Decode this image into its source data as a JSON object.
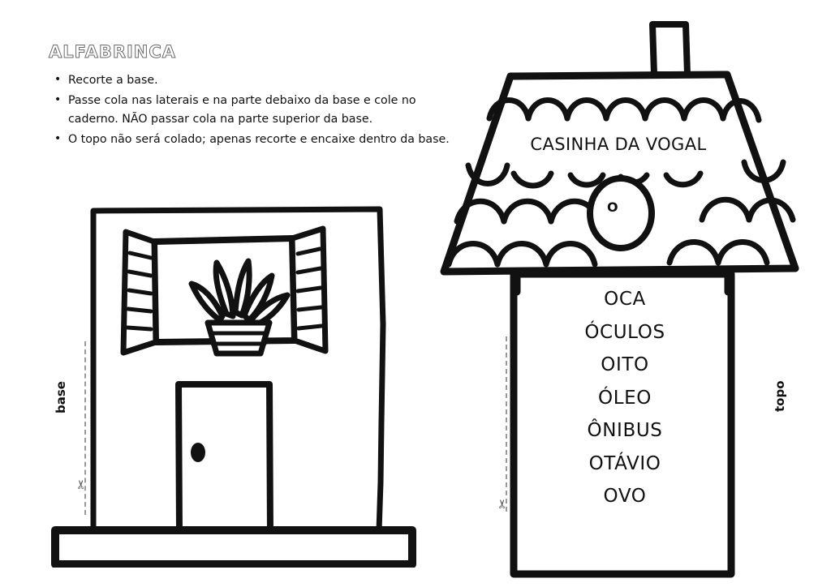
{
  "logo": {
    "text": "ALFABRINCA"
  },
  "instructions": {
    "items": [
      "Recorte a base.",
      "Passe cola nas laterais e na parte debaixo da base e cole no caderno. NÃO passar cola na parte superior da base.",
      "O topo não será colado; apenas recorte e encaixe dentro da base."
    ]
  },
  "labels": {
    "base": "base",
    "topo": "topo",
    "scissors_glyph": "✂"
  },
  "left_figure": {
    "name": "house-base-cutout",
    "parts": [
      "wall",
      "open-window",
      "window-shutters",
      "potted-plant",
      "door",
      "door-knob",
      "ground-bar"
    ]
  },
  "right_figure": {
    "name": "house-top-cutout",
    "roof_title": "CASINHA DA VOGAL",
    "round_window_letter": "O",
    "parts": [
      "chimney",
      "roof-trapezoid",
      "shingle-scallops",
      "round-window",
      "word-panel"
    ]
  },
  "word_list": {
    "words": [
      "OCA",
      "ÓCULOS",
      "OITO",
      "ÓLEO",
      "ÔNIBUS",
      "OTÁVIO",
      "OVO"
    ]
  },
  "colors": {
    "ink": "#111111",
    "paper": "#ffffff",
    "cutline": "#9a9a9a",
    "logo_outline": "#6b6b6b"
  }
}
